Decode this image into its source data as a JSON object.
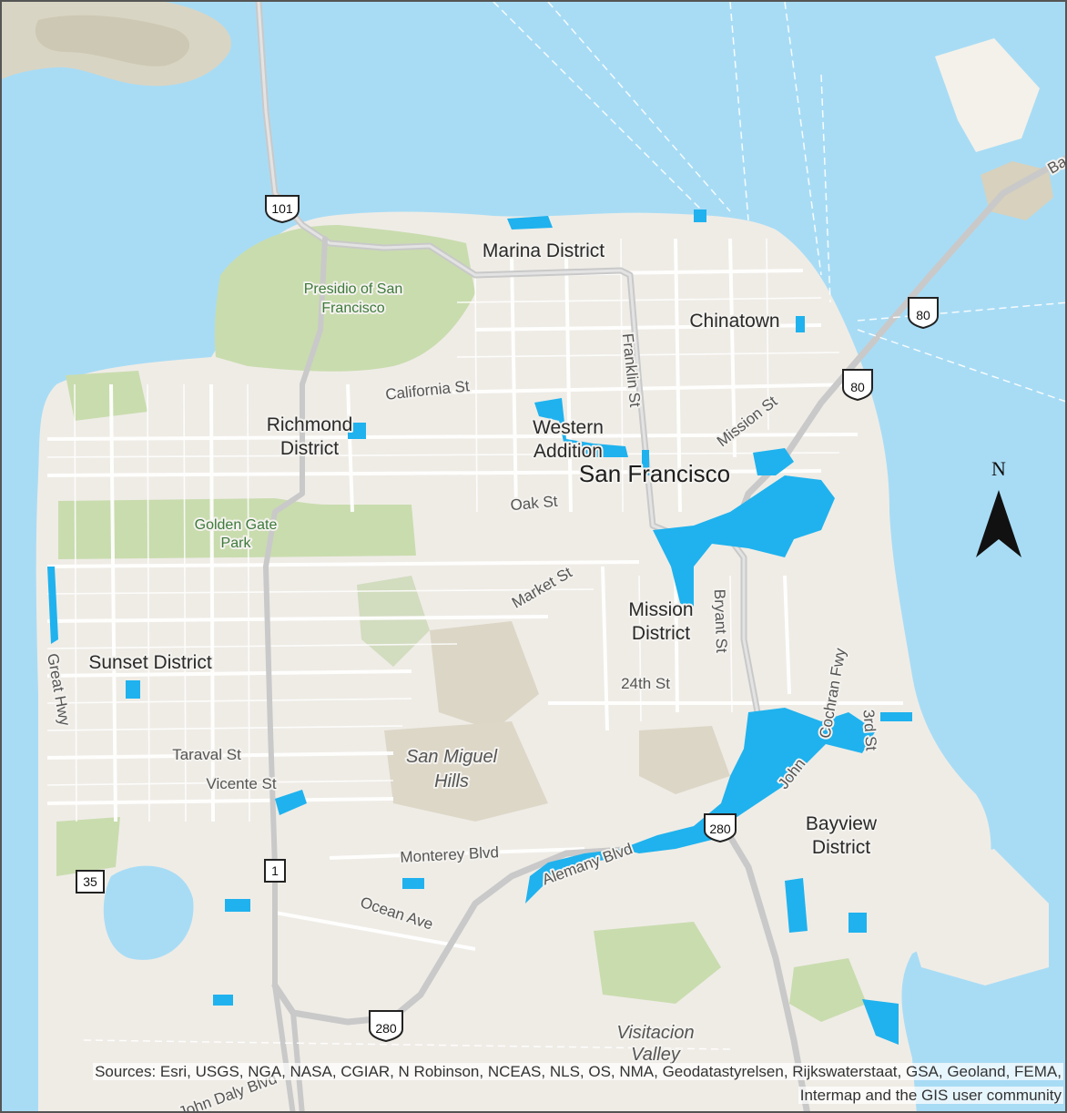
{
  "map": {
    "colors": {
      "water": "#a8dcf5",
      "land": "#efece6",
      "park": "#c9dcae",
      "flood": "#1fb2ee",
      "road": "#ffffff",
      "highway": "#bdbdbd"
    },
    "labels": {
      "marina": "Marina District",
      "presidio1": "Presidio of San",
      "presidio2": "Francisco",
      "chinatown": "Chinatown",
      "richmond1": "Richmond",
      "richmond2": "District",
      "western1": "Western",
      "western2": "Addition",
      "sf": "San Francisco",
      "golden1": "Golden Gate",
      "golden2": "Park",
      "mission1": "Mission",
      "mission2": "District",
      "sunset": "Sunset District",
      "bayview1": "Bayview",
      "bayview2": "District",
      "sanmiguel1": "San Miguel",
      "sanmiguel2": "Hills",
      "visitacion1": "Visitacion",
      "visitacion2": "Valley"
    },
    "streets": {
      "california": "California St",
      "franklin": "Franklin St",
      "mission": "Mission St",
      "oak": "Oak St",
      "market": "Market St",
      "bryant": "Bryant St",
      "great_hwy": "Great Hwy",
      "twentyfourth": "24th St",
      "taraval": "Taraval St",
      "vicente": "Vicente St",
      "monterey": "Monterey Blvd",
      "alemany": "Alemany Blvd",
      "ocean": "Ocean Ave",
      "john_daly": "John Daly Blvd",
      "cochran": "Cochran Fwy",
      "third": "3rd St",
      "john": "John",
      "bay_bridge": "Ba"
    },
    "shields": {
      "us101": "101",
      "i80a": "80",
      "i80b": "80",
      "i280": "280",
      "ca35": "35",
      "ca1": "1",
      "i280b": "280"
    },
    "north_label": "N",
    "attribution_line1": "Sources: Esri, USGS, NGA, NASA, CGIAR, N Robinson, NCEAS, NLS, OS, NMA, Geodatastyrelsen, Rijkswaterstaat, GSA, Geoland, FEMA,",
    "attribution_line2": "Intermap and the GIS user community"
  }
}
